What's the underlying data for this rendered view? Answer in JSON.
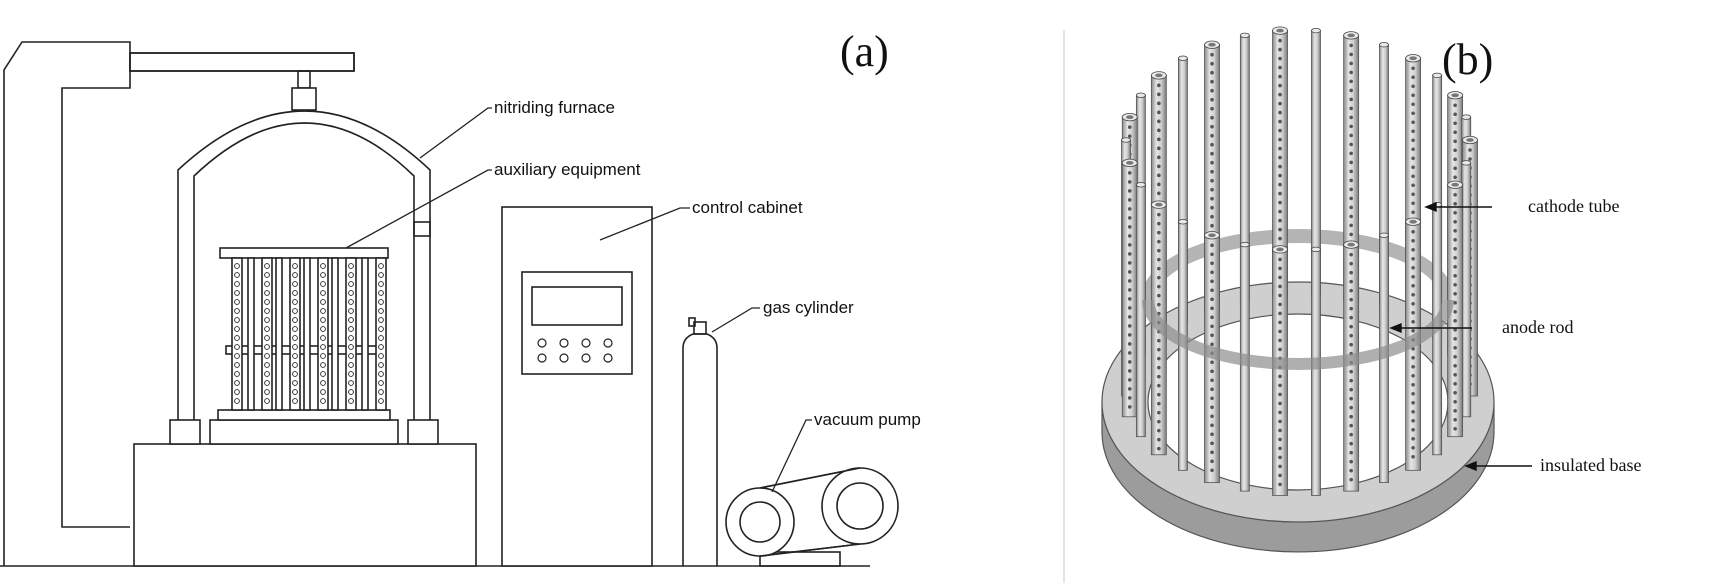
{
  "panel_a": {
    "tag": "(a)",
    "labels": {
      "nitriding_furnace": "nitriding furnace",
      "auxiliary_equipment": "auxiliary equipment",
      "control_cabinet": "control cabinet",
      "gas_cylinder": "gas cylinder",
      "vacuum_pump": "vacuum pump"
    }
  },
  "panel_b": {
    "tag": "(b)",
    "labels": {
      "cathode_tube": "cathode tube",
      "anode_rod": "anode rod",
      "insulated_base": "insulated base"
    }
  }
}
